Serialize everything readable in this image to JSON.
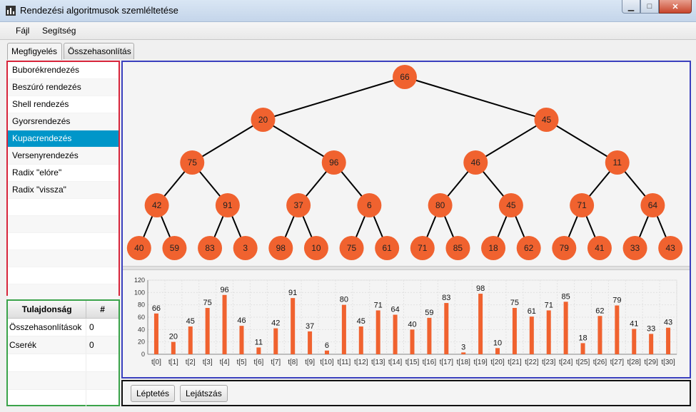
{
  "window": {
    "title": "Rendezési algoritmusok szemléltetése",
    "minimize_icon": "minimize-icon",
    "maximize_icon": "maximize-icon",
    "close_icon": "close-icon",
    "app_icon": "bar-chart-icon"
  },
  "menu": {
    "items": [
      "Fájl",
      "Segítség"
    ]
  },
  "tabs": [
    {
      "label": "Megfigyelés",
      "active": true
    },
    {
      "label": "Összehasonlítás",
      "active": false
    }
  ],
  "algorithms": {
    "items": [
      "Buborékrendezés",
      "Beszúró rendezés",
      "Shell rendezés",
      "Gyorsrendezés",
      "Kupacrendezés",
      "Versenyrendezés",
      "Radix \"elóre\"",
      "Radix \"vissza\""
    ],
    "selected_index": 4
  },
  "properties": {
    "header_property": "Tulajdonság",
    "header_value": "#",
    "rows": [
      {
        "name": "Összehasonlítások",
        "value": "0"
      },
      {
        "name": "Cserék",
        "value": "0"
      }
    ]
  },
  "tree": {
    "values": [
      66,
      20,
      45,
      75,
      96,
      46,
      11,
      42,
      91,
      37,
      6,
      80,
      45,
      71,
      64,
      40,
      59,
      83,
      3,
      98,
      10,
      75,
      61,
      71,
      85,
      18,
      62,
      79,
      41,
      33,
      43
    ]
  },
  "chart_data": {
    "type": "bar",
    "categories": [
      "t[0]",
      "t[1]",
      "t[2]",
      "t[3]",
      "t[4]",
      "t[5]",
      "t[6]",
      "t[7]",
      "t[8]",
      "t[9]",
      "t[10]",
      "t[11]",
      "t[12]",
      "t[13]",
      "t[14]",
      "t[15]",
      "t[16]",
      "t[17]",
      "t[18]",
      "t[19]",
      "t[20]",
      "t[21]",
      "t[22]",
      "t[23]",
      "t[24]",
      "t[25]",
      "t[26]",
      "t[27]",
      "t[28]",
      "t[29]",
      "t[30]"
    ],
    "values": [
      66,
      20,
      45,
      75,
      96,
      46,
      11,
      42,
      91,
      37,
      6,
      80,
      45,
      71,
      64,
      40,
      59,
      83,
      3,
      98,
      10,
      75,
      61,
      71,
      85,
      18,
      62,
      79,
      41,
      33,
      43
    ],
    "ylim": [
      0,
      120
    ],
    "yticks": [
      0,
      20,
      40,
      60,
      80,
      100,
      120
    ],
    "grid": true,
    "data_labels": true,
    "bar_color": "#f0622f"
  },
  "controls": {
    "step_label": "Léptetés",
    "play_label": "Lejátszás"
  },
  "colors": {
    "node": "#f0622f",
    "algo_border": "#d8253b",
    "prop_border": "#3aa34a",
    "viz_border": "#3a3fbe",
    "selected": "#0096c9"
  }
}
